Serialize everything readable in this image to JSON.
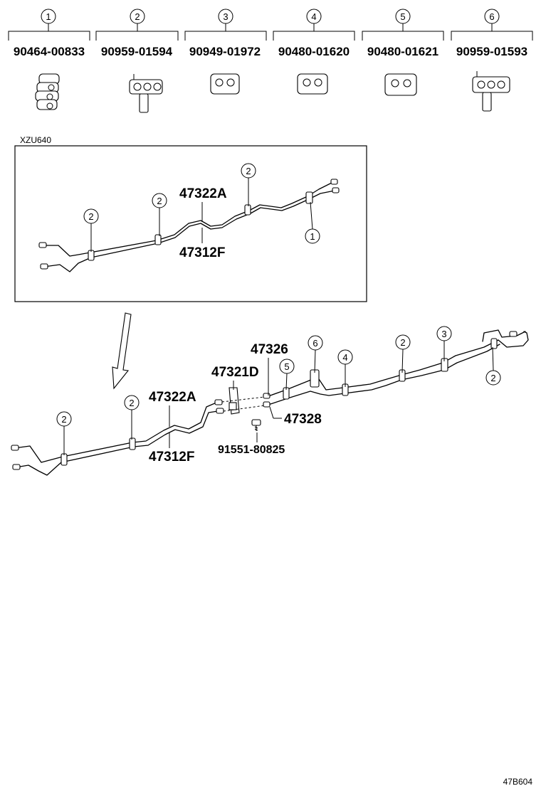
{
  "parts_header": [
    {
      "ref": "1",
      "part_no": "90464-00833"
    },
    {
      "ref": "2",
      "part_no": "90959-01594"
    },
    {
      "ref": "3",
      "part_no": "90949-01972"
    },
    {
      "ref": "4",
      "part_no": "90480-01620"
    },
    {
      "ref": "5",
      "part_no": "90480-01621"
    },
    {
      "ref": "6",
      "part_no": "90959-01593"
    }
  ],
  "inset": {
    "model_code": "XZU640",
    "labels": {
      "tube_a": "47322A",
      "tube_f": "47312F"
    },
    "callouts": [
      "2",
      "2",
      "2",
      "1"
    ]
  },
  "main": {
    "labels": {
      "tube_a": "47322A",
      "tube_f": "47312F",
      "bracket": "47321D",
      "tube_26": "47326",
      "tube_28": "47328",
      "bolt": "91551-80825"
    },
    "callouts": [
      "2",
      "2",
      "6",
      "5",
      "4",
      "2",
      "3",
      "2"
    ]
  },
  "footer": {
    "drawing_no": "47B604"
  }
}
